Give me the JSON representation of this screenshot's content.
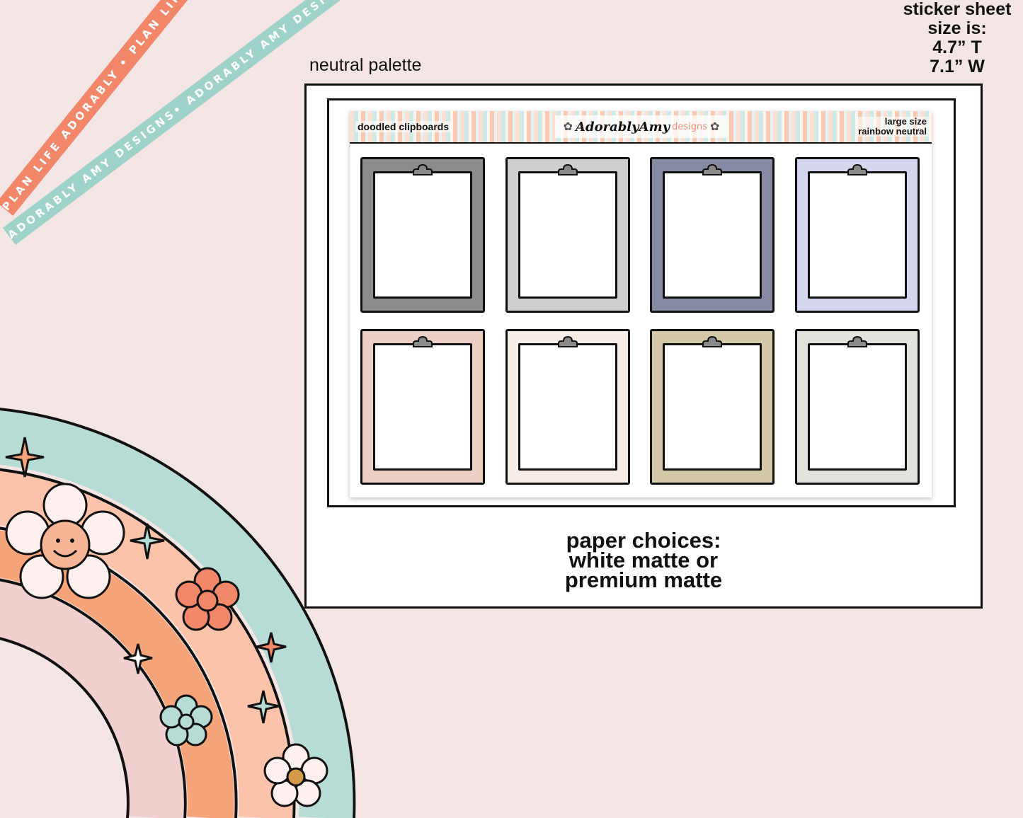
{
  "ribbons": {
    "top_ribbon_text": "PLAN LIFE ADORABLY • PLAN LIFE ADORABLY • PLAN LIFE AD",
    "bottom_ribbon_text": "ADORABLY AMY DESIGNS• ADORABLY AMY DESIGNS• A"
  },
  "size_info": {
    "line1": "sticker sheet",
    "line2": "size is:",
    "line3": "4.7” T",
    "line4": "7.1” W"
  },
  "palette_label": "neutral palette",
  "sheet": {
    "header_left": "doodled clipboards",
    "logo_text": "AdorablyAmy",
    "logo_small": "designs",
    "header_right_line1": "large size",
    "header_right_line2": "rainbow neutral"
  },
  "clipboards": [
    {
      "color": "#8c8c8c"
    },
    {
      "color": "#cfcfcf"
    },
    {
      "color": "#878aa3"
    },
    {
      "color": "#d4d7ee"
    },
    {
      "color": "#ecd0c6"
    },
    {
      "color": "#f5ede6"
    },
    {
      "color": "#d3c8a8"
    },
    {
      "color": "#e4e2dc"
    }
  ],
  "paper_choices": {
    "line1": "paper choices:",
    "line2": "white matte or",
    "line3": "premium matte"
  },
  "colors": {
    "background": "#f5e6e6",
    "ribbon_orange": "#f2876a",
    "ribbon_teal": "#9fd3c9",
    "rainbow_teal": "#b7dcd5",
    "rainbow_peach": "#fbc3a9",
    "rainbow_orange": "#f6a57b",
    "rainbow_pink": "#f0d1cf"
  }
}
